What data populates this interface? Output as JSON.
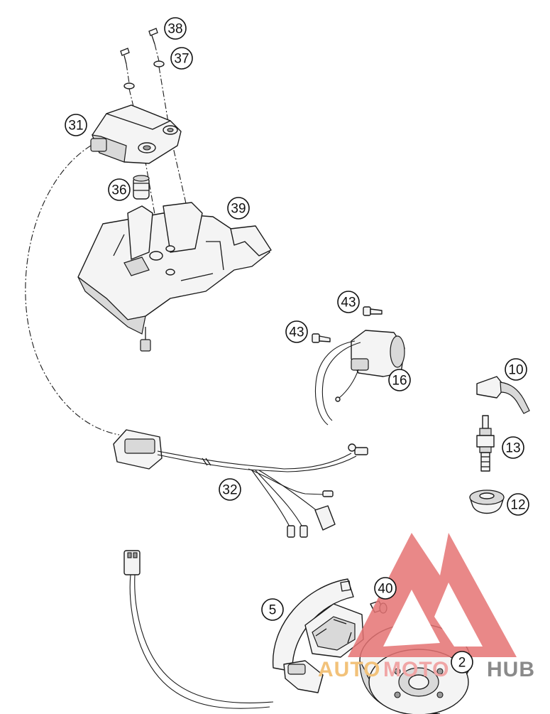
{
  "callouts": [
    {
      "id": "c38",
      "label": "38"
    },
    {
      "id": "c37",
      "label": "37"
    },
    {
      "id": "c31",
      "label": "31"
    },
    {
      "id": "c36",
      "label": "36"
    },
    {
      "id": "c39",
      "label": "39"
    },
    {
      "id": "c43a",
      "label": "43"
    },
    {
      "id": "c43b",
      "label": "43"
    },
    {
      "id": "c16",
      "label": "16"
    },
    {
      "id": "c10",
      "label": "10"
    },
    {
      "id": "c13",
      "label": "13"
    },
    {
      "id": "c12",
      "label": "12"
    },
    {
      "id": "c32",
      "label": "32"
    },
    {
      "id": "c40",
      "label": "40"
    },
    {
      "id": "c5",
      "label": "5"
    },
    {
      "id": "c2",
      "label": "2"
    }
  ],
  "watermark": {
    "part1": "AUTO",
    "part2": "MOTO",
    "part3": "HUB",
    "colors": {
      "auto": "#f2c27a",
      "moto": "#f0a6a6",
      "hub": "#8a8a8a",
      "triangle": "#e57373"
    }
  }
}
